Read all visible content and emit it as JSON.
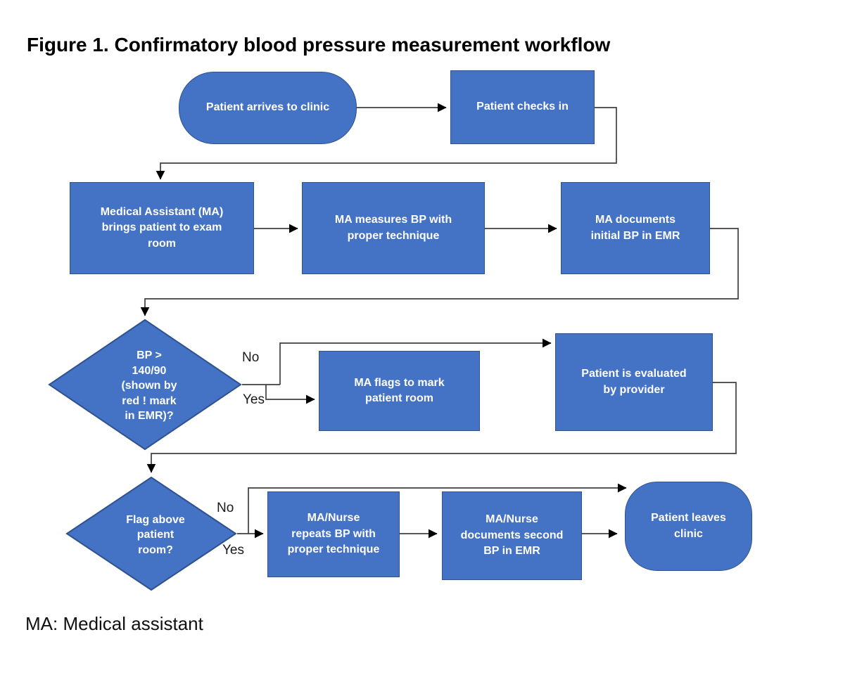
{
  "figure": {
    "title": "Figure 1. Confirmatory blood pressure measurement workflow",
    "footnote": "MA: Medical assistant"
  },
  "colors": {
    "shape_fill": "#4472C4",
    "shape_border": "#2F528F",
    "shape_text": "#FFFFFF",
    "connector": "#3F3F3F",
    "label_text": "#1A1A1A",
    "background": "#FFFFFF"
  },
  "nodes": {
    "start": {
      "type": "terminator",
      "label": "Patient arrives to clinic"
    },
    "check_in": {
      "type": "process",
      "label": "Patient checks in"
    },
    "bring_to_room": {
      "type": "process",
      "label": "Medical Assistant (MA)\nbrings patient to exam\nroom"
    },
    "measure_bp": {
      "type": "process",
      "label": "MA measures BP with\nproper technique"
    },
    "document_initial": {
      "type": "process",
      "label": "MA documents\ninitial BP in EMR"
    },
    "bp_decision": {
      "type": "decision",
      "label": "BP >\n140/90\n(shown by\nred ! mark\nin EMR)?"
    },
    "flag_room": {
      "type": "process",
      "label": "MA flags to mark\npatient room"
    },
    "evaluated": {
      "type": "process",
      "label": "Patient is evaluated\nby provider"
    },
    "flag_decision": {
      "type": "decision",
      "label": "Flag above\npatient\nroom?"
    },
    "repeat_bp": {
      "type": "process",
      "label": "MA/Nurse\nrepeats BP with\nproper technique"
    },
    "document_second": {
      "type": "process",
      "label": "MA/Nurse\ndocuments second\nBP in EMR"
    },
    "leave": {
      "type": "terminator",
      "label": "Patient leaves\nclinic"
    }
  },
  "labels": {
    "bp_no": "No",
    "bp_yes": "Yes",
    "flag_no": "No",
    "flag_yes": "Yes"
  }
}
